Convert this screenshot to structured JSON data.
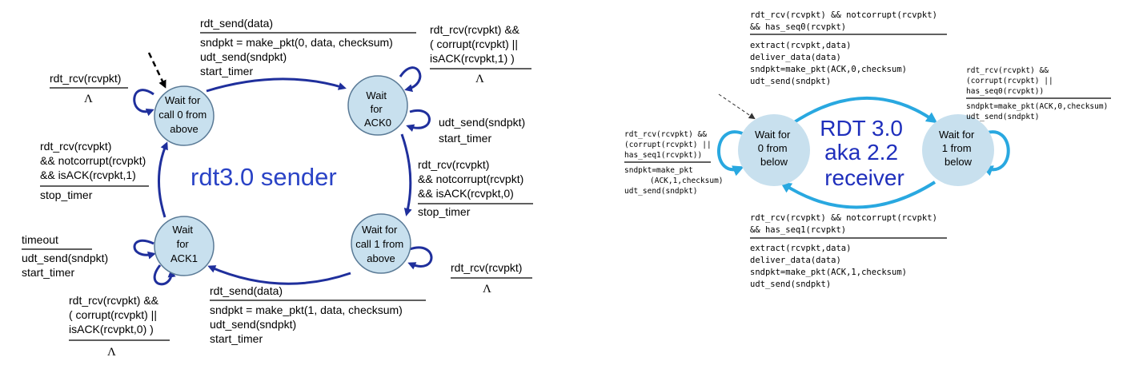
{
  "sender": {
    "title": "rdt3.0 sender",
    "states": {
      "s0": [
        "Wait for",
        "call 0 from",
        "above"
      ],
      "s1": [
        "Wait",
        "for",
        "ACK0"
      ],
      "s2": [
        "Wait for",
        "call 1 from",
        "above"
      ],
      "s3": [
        "Wait",
        "for",
        "ACK1"
      ]
    },
    "labels": {
      "top_event": "rdt_send(data)",
      "top_actions": [
        "sndpkt = make_pkt(0, data, checksum)",
        "udt_send(sndpkt)",
        "start_timer"
      ],
      "s1_loop_event": [
        "rdt_rcv(rcvpkt) &&",
        "( corrupt(rcvpkt) ||",
        "isACK(rcvpkt,1) )"
      ],
      "lambda": "Λ",
      "s1_timeout_actions": [
        "udt_send(sndpkt)",
        "start_timer"
      ],
      "right_event": [
        "rdt_rcv(rcvpkt)",
        "&& notcorrupt(rcvpkt)",
        "&& isACK(rcvpkt,0)"
      ],
      "right_actions": [
        "stop_timer"
      ],
      "s2_loop_event": "rdt_rcv(rcvpkt)",
      "bottom_event": "rdt_send(data)",
      "bottom_actions": [
        "sndpkt = make_pkt(1, data, checksum)",
        "udt_send(sndpkt)",
        "start_timer"
      ],
      "s3_timeout_event": "timeout",
      "s3_timeout_actions": [
        "udt_send(sndpkt)",
        "start_timer"
      ],
      "s3_loop_event": [
        "rdt_rcv(rcvpkt) &&",
        "( corrupt(rcvpkt) ||",
        "isACK(rcvpkt,0) )"
      ],
      "left_event": [
        "rdt_rcv(rcvpkt)",
        "&& notcorrupt(rcvpkt)",
        "&& isACK(rcvpkt,1)"
      ],
      "left_actions": [
        "stop_timer"
      ],
      "s0_loop_event": "rdt_rcv(rcvpkt)"
    }
  },
  "receiver": {
    "title": [
      "RDT 3.0",
      "aka 2.2",
      "receiver"
    ],
    "states": {
      "r0": [
        "Wait for",
        "0 from",
        "below"
      ],
      "r1": [
        "Wait for",
        "1 from",
        "below"
      ]
    },
    "labels": {
      "top_event": [
        "rdt_rcv(rcvpkt) && notcorrupt(rcvpkt)",
        "&& has_seq0(rcvpkt)"
      ],
      "top_actions": [
        "extract(rcvpkt,data)",
        "deliver_data(data)",
        "sndpkt=make_pkt(ACK,0,checksum)",
        "udt_send(sndpkt)"
      ],
      "r1_loop_event": [
        "rdt_rcv(rcvpkt) &&",
        "(corrupt(rcvpkt) ||",
        "has_seq0(rcvpkt))"
      ],
      "r1_loop_actions": [
        "sndpkt=make_pkt(ACK,0,checksum)",
        "udt_send(sndpkt)"
      ],
      "r0_loop_event": [
        "rdt_rcv(rcvpkt) &&",
        "(corrupt(rcvpkt) ||",
        "has_seq1(rcvpkt))"
      ],
      "r0_loop_actions": [
        "sndpkt=make_pkt",
        "(ACK,1,checksum)",
        "udt_send(sndpkt)"
      ],
      "bottom_event": [
        "rdt_rcv(rcvpkt) && notcorrupt(rcvpkt)",
        "&& has_seq1(rcvpkt)"
      ],
      "bottom_actions": [
        "extract(rcvpkt,data)",
        "deliver_data(data)",
        "sndpkt=make_pkt(ACK,1,checksum)",
        "udt_send(sndpkt)"
      ]
    }
  }
}
